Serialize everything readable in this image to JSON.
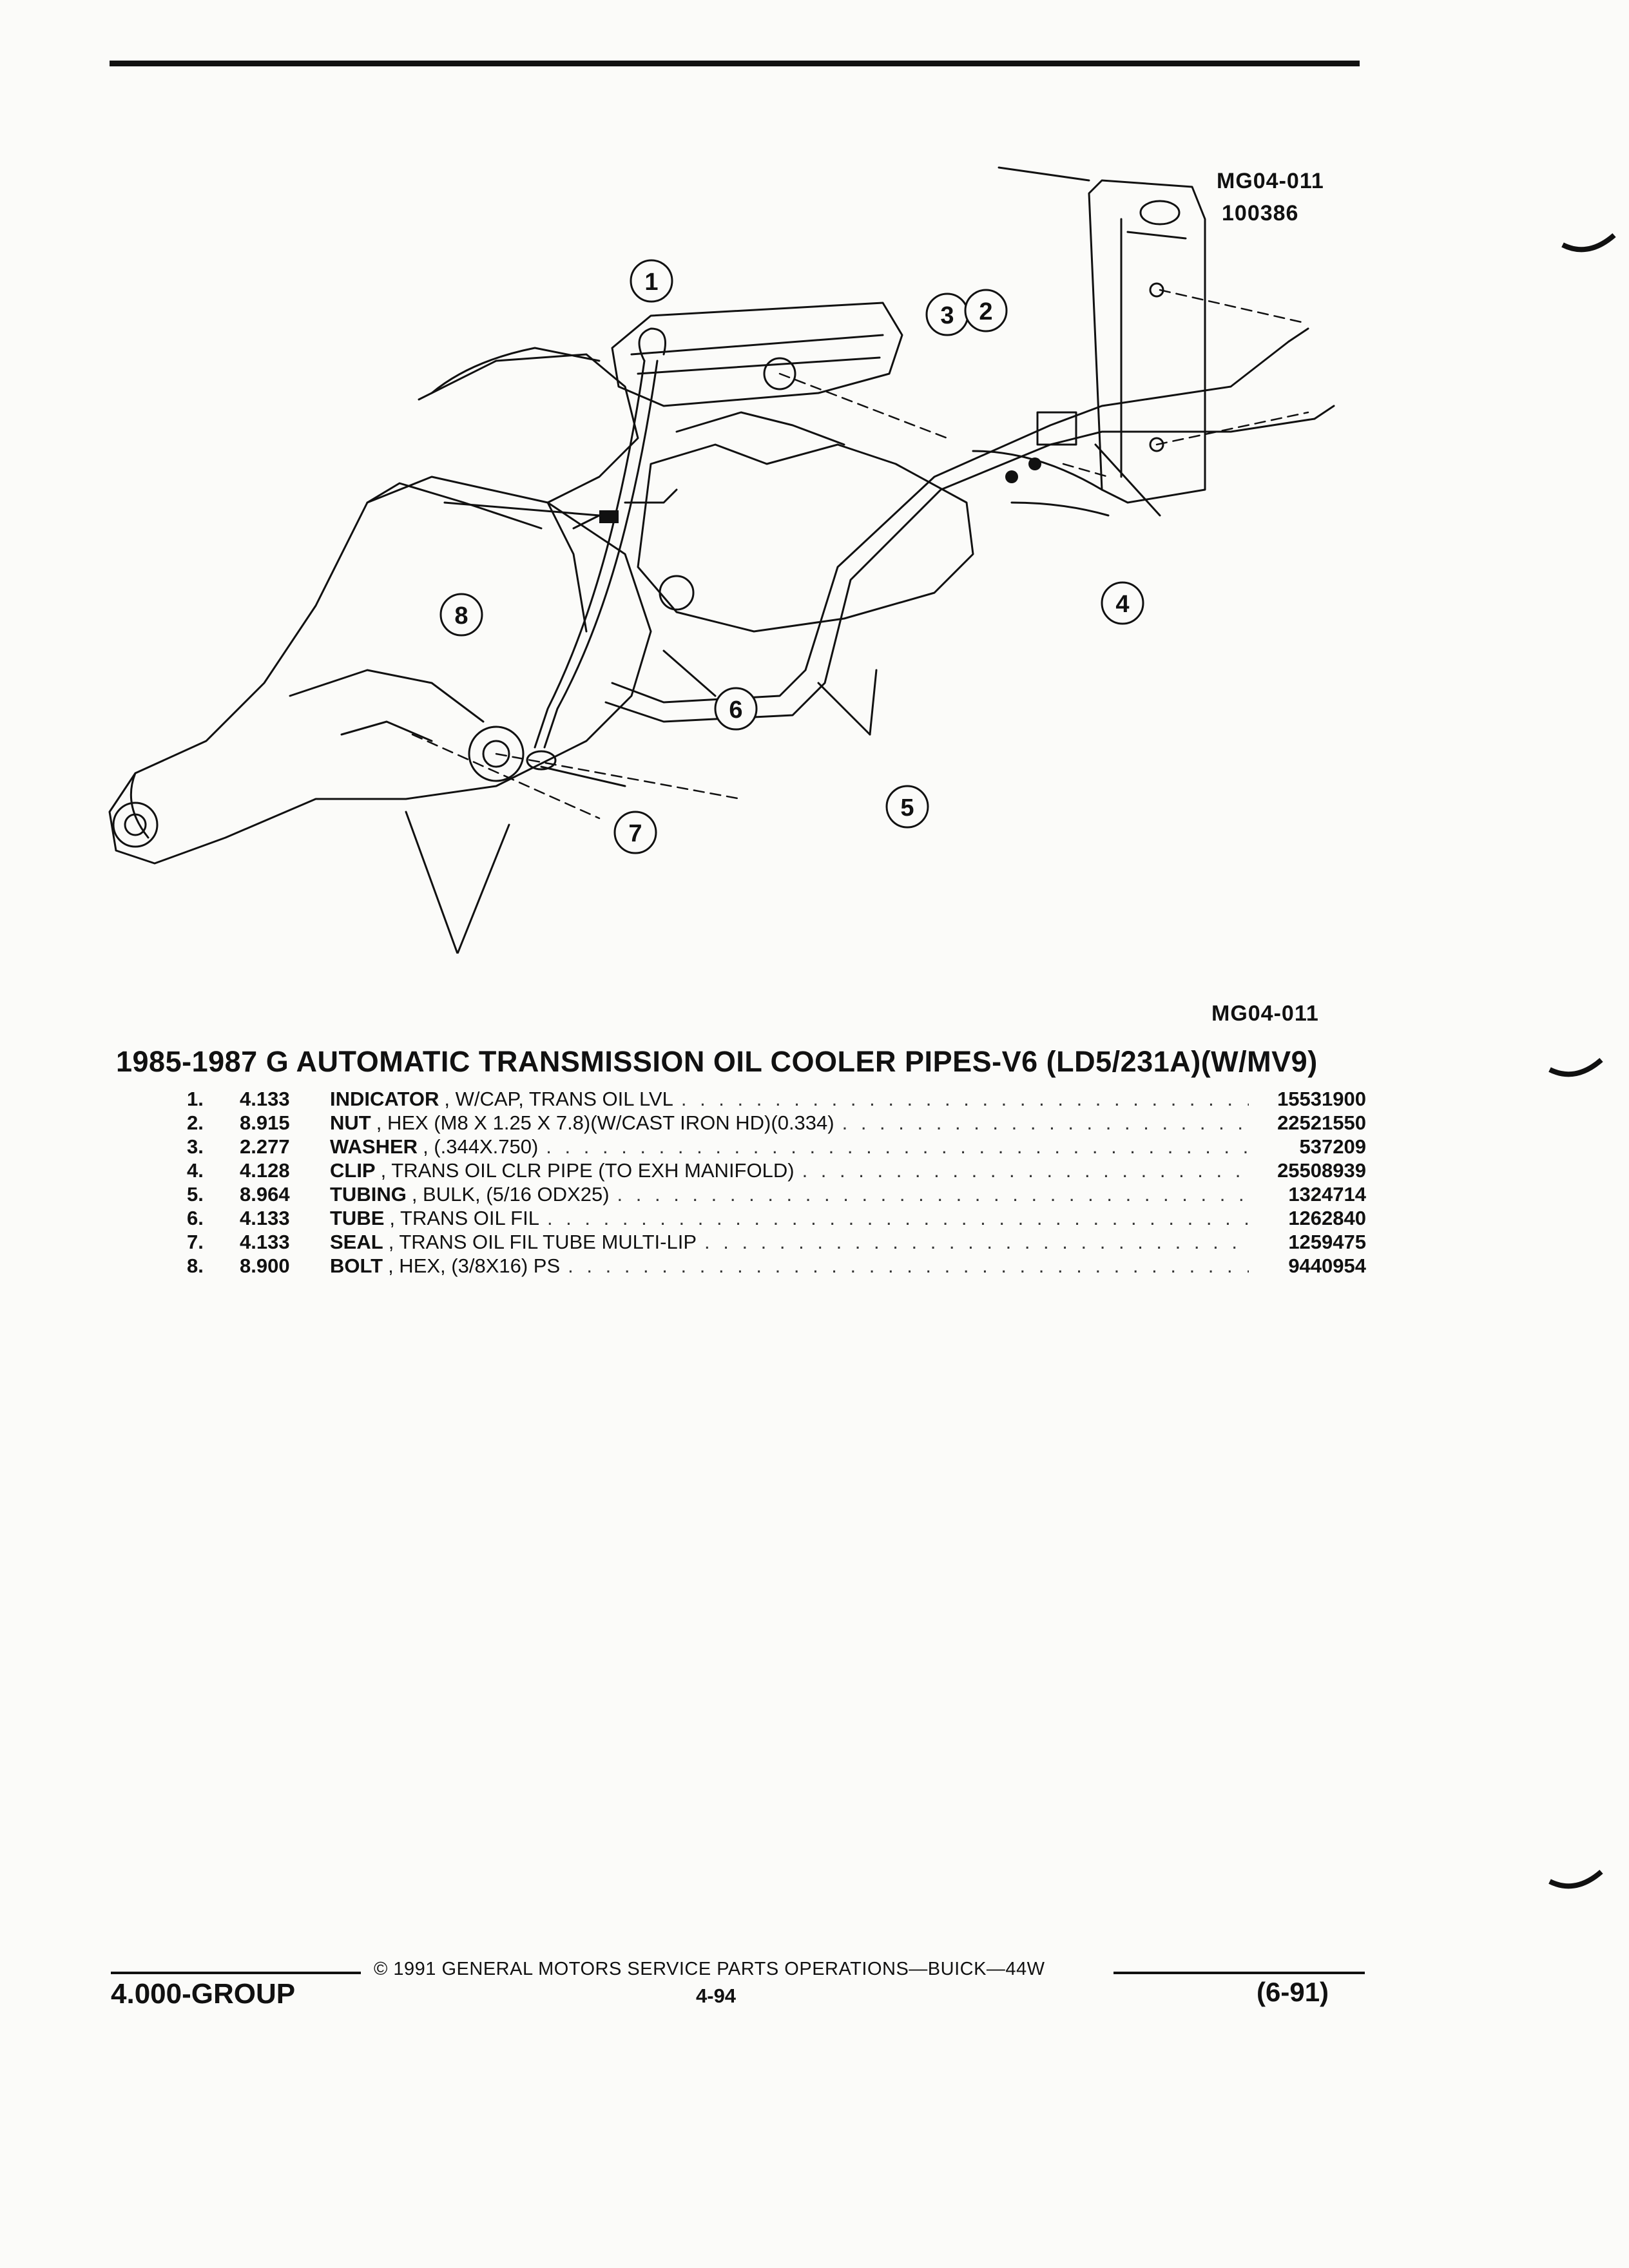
{
  "figure": {
    "code_top": "MG04-011",
    "date_code": "100386",
    "code_bottom": "MG04-011",
    "callouts": [
      "1",
      "2",
      "3",
      "4",
      "5",
      "6",
      "7",
      "8"
    ]
  },
  "title": "1985-1987 G AUTOMATIC TRANSMISSION OIL COOLER PIPES-V6 (LD5/231A)(W/MV9)",
  "parts": [
    {
      "num": "1.",
      "code": "4.133",
      "name": "INDICATOR",
      "desc": ", W/CAP, TRANS OIL LVL",
      "part_no": "15531900"
    },
    {
      "num": "2.",
      "code": "8.915",
      "name": "NUT",
      "desc": ", HEX (M8 X 1.25 X 7.8)(W/CAST IRON HD)(0.334)",
      "part_no": "22521550"
    },
    {
      "num": "3.",
      "code": "2.277",
      "name": "WASHER",
      "desc": ", (.344X.750)",
      "part_no": "537209"
    },
    {
      "num": "4.",
      "code": "4.128",
      "name": "CLIP",
      "desc": ", TRANS OIL CLR PIPE (TO EXH MANIFOLD)",
      "part_no": "25508939"
    },
    {
      "num": "5.",
      "code": "8.964",
      "name": "TUBING",
      "desc": ", BULK, (5/16 ODX25)",
      "part_no": "1324714"
    },
    {
      "num": "6.",
      "code": "4.133",
      "name": "TUBE",
      "desc": ", TRANS OIL FIL",
      "part_no": "1262840"
    },
    {
      "num": "7.",
      "code": "4.133",
      "name": "SEAL",
      "desc": ", TRANS OIL FIL TUBE MULTI-LIP",
      "part_no": "1259475"
    },
    {
      "num": "8.",
      "code": "8.900",
      "name": "BOLT",
      "desc": ", HEX, (3/8X16) PS",
      "part_no": "9440954"
    }
  ],
  "footer": {
    "copyright": "© 1991 GENERAL MOTORS SERVICE PARTS OPERATIONS—BUICK—44W",
    "group": "4.000-GROUP",
    "page": "4-94",
    "date": "(6-91)"
  }
}
